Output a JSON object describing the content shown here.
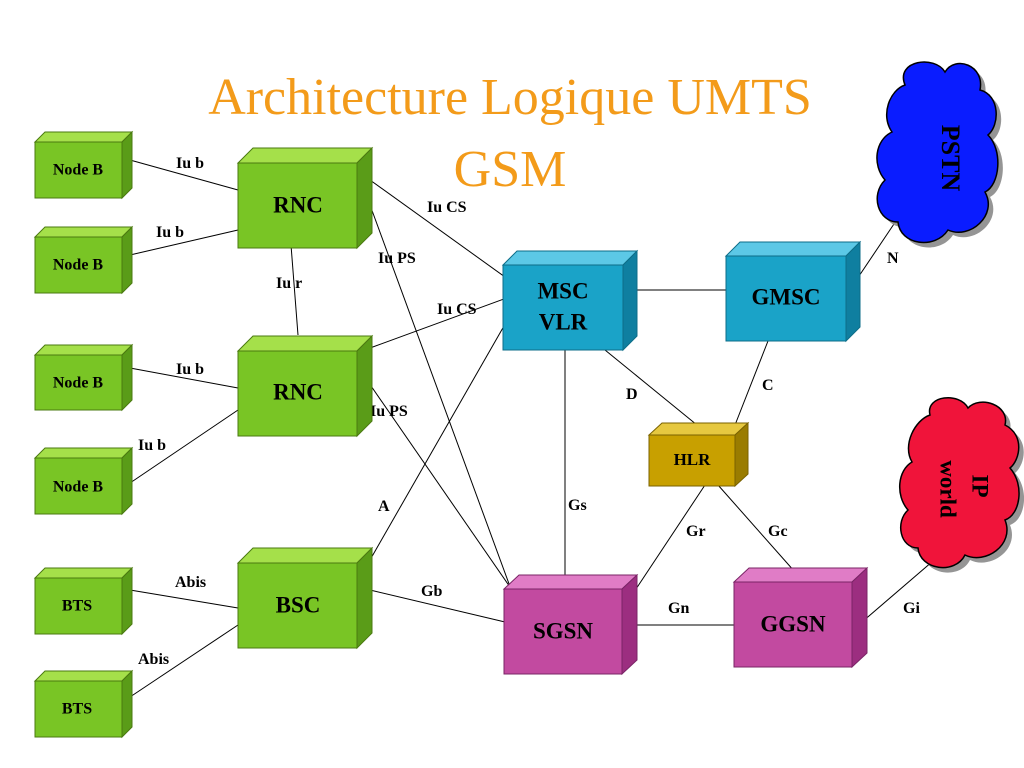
{
  "title": {
    "line1": "Architecture Logique UMTS",
    "line2": "GSM"
  },
  "colors": {
    "title": "#f39b1a",
    "green": "#79c525",
    "blue": "#1aa3c8",
    "gold": "#c8a000",
    "magenta": "#c24aa0",
    "pstn": "#0a1cff",
    "ip": "#f0143a"
  },
  "nodes": {
    "nodeb1": "Node B",
    "nodeb2": "Node B",
    "nodeb3": "Node B",
    "nodeb4": "Node B",
    "bts1": "BTS",
    "bts2": "BTS",
    "rnc1": "RNC",
    "rnc2": "RNC",
    "bsc": "BSC",
    "msc_line1": "MSC",
    "msc_line2": "VLR",
    "gmsc": "GMSC",
    "hlr": "HLR",
    "sgsn": "SGSN",
    "ggsn": "GGSN"
  },
  "clouds": {
    "pstn": "PSTN",
    "ip_line1": "IP",
    "ip_line2": "world"
  },
  "links": {
    "iub1": "Iu b",
    "iub2": "Iu b",
    "iub3": "Iu b",
    "iub4": "Iu b",
    "iur": "Iu r",
    "iucs1": "Iu CS",
    "iups1": "Iu PS",
    "iucs2": "Iu CS",
    "iups2": "Iu PS",
    "abis1": "Abis",
    "abis2": "Abis",
    "a": "A",
    "gb": "Gb",
    "gs": "Gs",
    "d": "D",
    "c": "C",
    "n": "N",
    "gr": "Gr",
    "gc": "Gc",
    "gn": "Gn",
    "gi": "Gi"
  }
}
